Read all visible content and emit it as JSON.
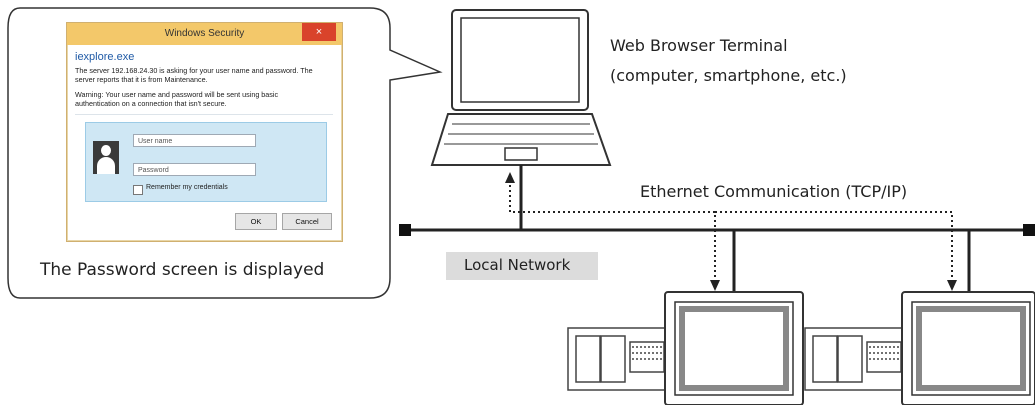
{
  "dialog": {
    "title": "Windows Security",
    "close_glyph": "×",
    "app_name": "iexplore.exe",
    "message_line1": "The server 192.168.24.30 is asking for your user name and password. The",
    "message_line2": "server reports that it is from Maintenance.",
    "warning_line1": "Warning: Your user name and password will be sent using basic",
    "warning_line2": "authentication on a connection that isn't secure.",
    "username_placeholder": "User name",
    "password_placeholder": "Password",
    "remember_label": "Remember my credentials",
    "ok_label": "OK",
    "cancel_label": "Cancel"
  },
  "caption": "The Password screen is displayed",
  "terminal_label_line1": "Web Browser Terminal",
  "terminal_label_line2": "(computer, smartphone, etc.)",
  "ethernet_label": "Ethernet Communication (TCP/IP)",
  "network_label": "Local Network",
  "icons": [
    "user-avatar-icon",
    "laptop-icon",
    "plc-icon",
    "touch-panel-icon",
    "close-icon"
  ],
  "colors": {
    "title_bar": "#f3c86a",
    "close": "#d9432b",
    "app_name": "#1f5aa6",
    "credential_panel": "#cfe7f4",
    "network_box": "#dcdcdc"
  }
}
